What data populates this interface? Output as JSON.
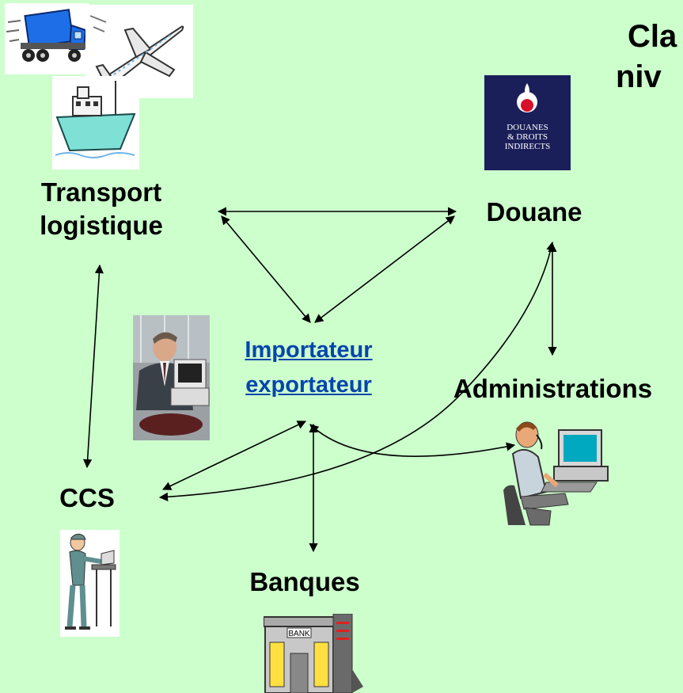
{
  "title": {
    "line1": "Cla",
    "line2": "niv"
  },
  "nodes": {
    "transport": {
      "line1": "Transport",
      "line2": "logistique"
    },
    "douane": "Douane",
    "importer": {
      "line1": "Importateur",
      "line2": "exportateur"
    },
    "administrations": "Administrations",
    "ccs": "CCS",
    "banques": "Banques"
  },
  "logo": {
    "text": [
      "DOUANES",
      "& DROITS",
      "INDIRECTS"
    ],
    "color": "#1a1f5a"
  },
  "bank_sign": "BANK",
  "colors": {
    "background": "#ccffcc",
    "link": "#0645ad"
  },
  "icons": [
    "truck-icon",
    "airplane-icon",
    "ship-icon",
    "douanes-logo",
    "businessman-photo",
    "call-center-icon",
    "worker-at-desk-icon",
    "bank-building-icon"
  ]
}
